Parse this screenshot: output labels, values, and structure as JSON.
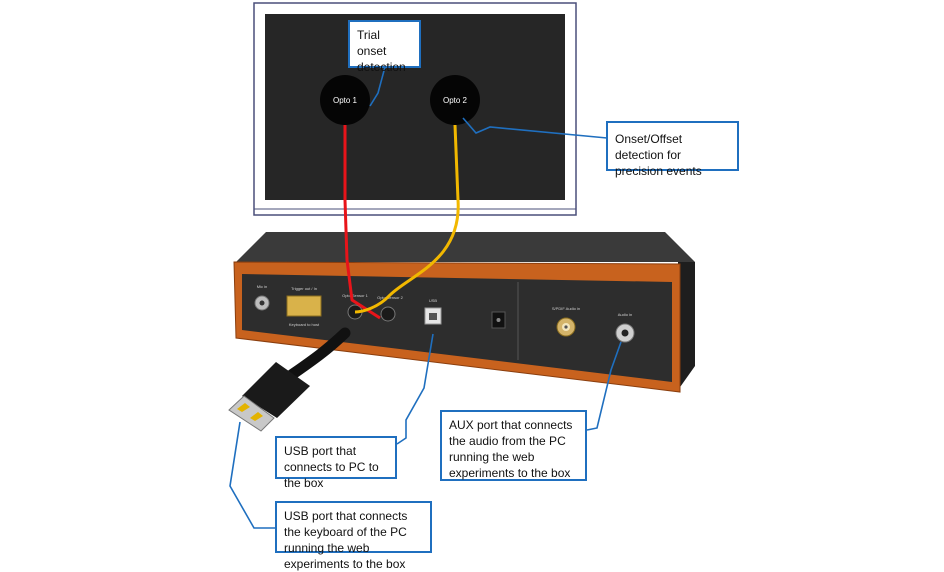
{
  "monitor": {
    "opto1_label": "Opto 1",
    "opto2_label": "Opto 2"
  },
  "device": {
    "labels": {
      "mic_in": "Mic in",
      "trigger": "Trigger out / In",
      "keyboard": "Keyboard to host",
      "opto_sensor_1": "Opto Sensor 1",
      "opto_sensor_2": "Opto Sensor 2",
      "usb": "USB",
      "spdif_audio_in": "S/PDIF Audio in",
      "audio_in": "Audio in"
    }
  },
  "callouts": {
    "trial_onset": "Trial onset detection",
    "onset_offset": "Onset/Offset detection for precision events",
    "usb_pc": "USB port that connects to PC to the box",
    "aux_port": "AUX port that connects the audio from the PC running the web experiments to the box",
    "usb_keyboard": "USB port that connects the keyboard of the PC running the web experiments to the box"
  },
  "colors": {
    "callout_border": "#1f6fbf",
    "cable_red": "#e8141a",
    "cable_yellow": "#f2b800",
    "device_orange": "#c8621e",
    "screen": "#262626"
  }
}
